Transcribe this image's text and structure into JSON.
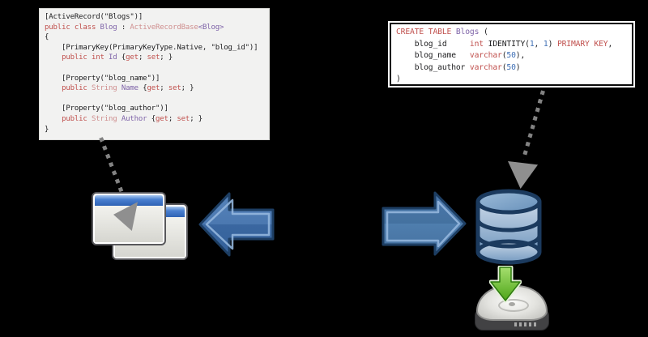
{
  "background_color": "#000000",
  "colors": {
    "keyword": "#c0504d",
    "identifier": "#7e63a8",
    "type_name": "#cf8f8f",
    "plain_text": "#1c1c1e",
    "number": "#3f6fb5",
    "code_box_bg_left": "#f2f2f1",
    "code_box_bg_right": "#ffffff",
    "arrow_blue_top": "#4f7db6",
    "arrow_blue_bottom": "#38659c",
    "arrow_blue_border": "#1d3e63",
    "green_arrow": "#5cb224",
    "connector_gray": "#828282",
    "database_outline": "#1b3a5e"
  },
  "csharp_code": {
    "language": "csharp",
    "lines": [
      [
        {
          "c": "plain",
          "t": "[ActiveRecord(\"Blogs\")]"
        }
      ],
      [
        {
          "c": "kw",
          "t": "public class "
        },
        {
          "c": "ident",
          "t": "Blog"
        },
        {
          "c": "plain",
          "t": " : "
        },
        {
          "c": "type",
          "t": "ActiveRecordBase"
        },
        {
          "c": "ident",
          "t": "<Blog>"
        }
      ],
      [
        {
          "c": "plain",
          "t": "{"
        }
      ],
      [
        {
          "c": "plain",
          "t": "    [PrimaryKey(PrimaryKeyType.Native, \"blog_id\")]"
        }
      ],
      [
        {
          "c": "kw",
          "t": "    public int "
        },
        {
          "c": "ident",
          "t": "Id "
        },
        {
          "c": "plain",
          "t": "{"
        },
        {
          "c": "kw",
          "t": "get"
        },
        {
          "c": "plain",
          "t": "; "
        },
        {
          "c": "kw",
          "t": "set"
        },
        {
          "c": "plain",
          "t": "; }"
        }
      ],
      [],
      [
        {
          "c": "plain",
          "t": "    [Property(\"blog_name\")]"
        }
      ],
      [
        {
          "c": "kw",
          "t": "    public "
        },
        {
          "c": "type",
          "t": "String "
        },
        {
          "c": "ident",
          "t": "Name "
        },
        {
          "c": "plain",
          "t": "{"
        },
        {
          "c": "kw",
          "t": "get"
        },
        {
          "c": "plain",
          "t": "; "
        },
        {
          "c": "kw",
          "t": "set"
        },
        {
          "c": "plain",
          "t": "; }"
        }
      ],
      [],
      [
        {
          "c": "plain",
          "t": "    [Property(\"blog_author\")]"
        }
      ],
      [
        {
          "c": "kw",
          "t": "    public "
        },
        {
          "c": "type",
          "t": "String "
        },
        {
          "c": "ident",
          "t": "Author "
        },
        {
          "c": "plain",
          "t": "{"
        },
        {
          "c": "kw",
          "t": "get"
        },
        {
          "c": "plain",
          "t": "; "
        },
        {
          "c": "kw",
          "t": "set"
        },
        {
          "c": "plain",
          "t": "; }"
        }
      ],
      [
        {
          "c": "plain",
          "t": "}"
        }
      ]
    ]
  },
  "sql_code": {
    "language": "sql",
    "lines": [
      [
        {
          "c": "kw",
          "t": "CREATE TABLE "
        },
        {
          "c": "ident",
          "t": "Blogs "
        },
        {
          "c": "plain",
          "t": "("
        }
      ],
      [
        {
          "c": "plain",
          "t": "    blog_id     "
        },
        {
          "c": "kw",
          "t": "int"
        },
        {
          "c": "plain",
          "t": " IDENTITY("
        },
        {
          "c": "num",
          "t": "1"
        },
        {
          "c": "plain",
          "t": ", "
        },
        {
          "c": "num",
          "t": "1"
        },
        {
          "c": "plain",
          "t": ") "
        },
        {
          "c": "kw",
          "t": "PRIMARY KEY"
        },
        {
          "c": "plain",
          "t": ","
        }
      ],
      [
        {
          "c": "plain",
          "t": "    blog_name   "
        },
        {
          "c": "kw",
          "t": "varchar"
        },
        {
          "c": "plain",
          "t": "("
        },
        {
          "c": "num",
          "t": "50"
        },
        {
          "c": "plain",
          "t": "),"
        }
      ],
      [
        {
          "c": "plain",
          "t": "    blog_author "
        },
        {
          "c": "kw",
          "t": "varchar"
        },
        {
          "c": "plain",
          "t": "("
        },
        {
          "c": "num",
          "t": "50"
        },
        {
          "c": "plain",
          "t": ")"
        }
      ],
      [
        {
          "c": "plain",
          "t": ")"
        }
      ]
    ]
  },
  "icons": {
    "left": "application-windows-icon",
    "left_arrow": "block-arrow-pointing-left",
    "right_arrow": "block-arrow-pointing-right",
    "database": "database-cylinder-icon",
    "disk": "hard-drive-icon",
    "green": "save-to-disk-arrow-icon"
  }
}
